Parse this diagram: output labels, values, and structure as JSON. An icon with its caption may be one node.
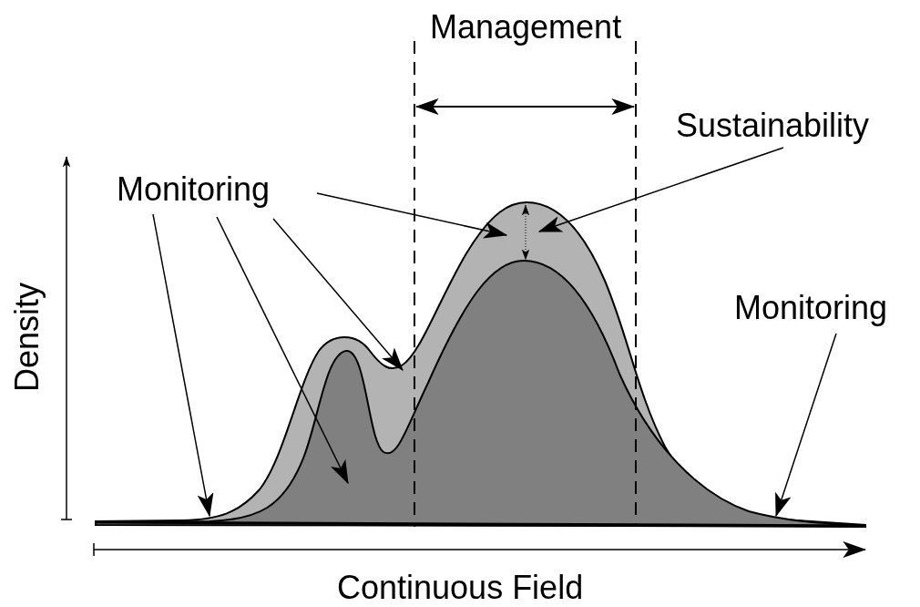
{
  "diagram": {
    "nodes": [
      {
        "text": [
          "Monitoring"
        ]
      },
      {
        "text": [
          "Sustainability"
        ]
      },
      {
        "text": [
          "Monitoring"
        ]
      }
    ],
    "edges": [
      {
        "from": 0,
        "to": null,
        "arrow": "to"
      },
      {
        "from": 0,
        "to": null,
        "arrow": "to"
      },
      {
        "from": 0,
        "to": null,
        "arrow": "to"
      },
      {
        "from": 0,
        "to": null,
        "arrow": "to"
      },
      {
        "from": 1,
        "to": null,
        "arrow": "to"
      },
      {
        "from": 2,
        "to": null,
        "arrow": "to"
      }
    ],
    "labels": [
      "Management",
      "Density",
      "Continuous Field"
    ]
  }
}
